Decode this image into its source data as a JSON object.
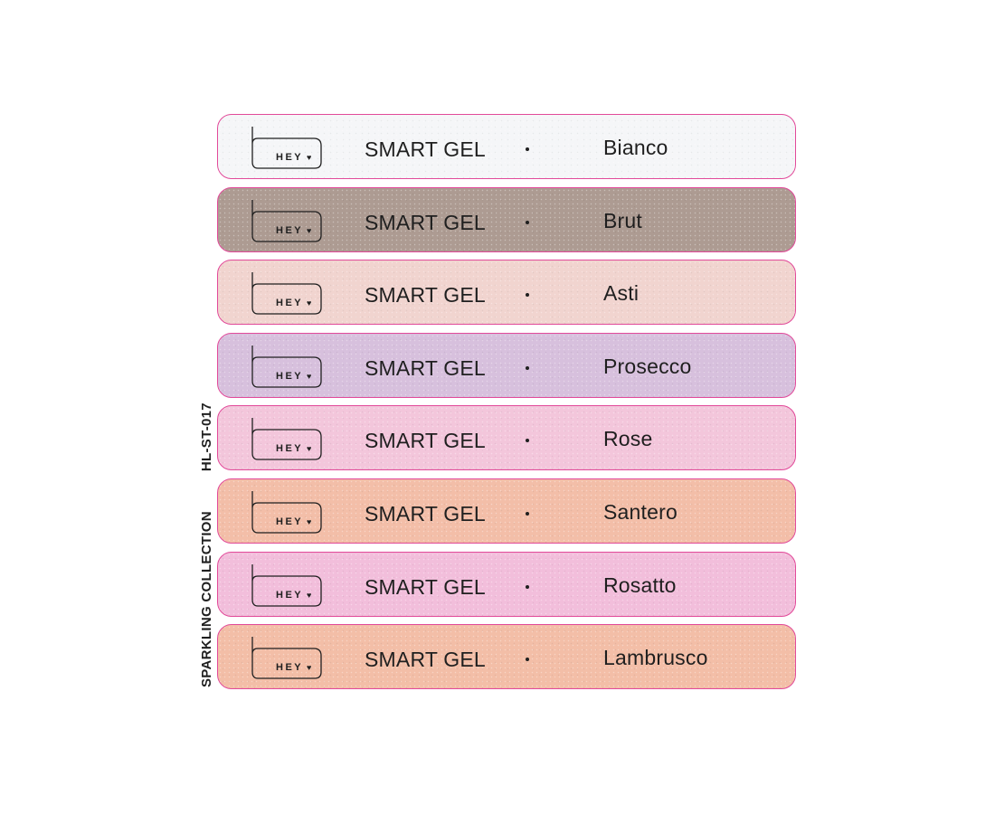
{
  "side_label": {
    "collection": "SPARKLING COLLECTION",
    "code": "HL-ST-017"
  },
  "logo": {
    "text": "HEY",
    "heart": "♥"
  },
  "swatches": [
    {
      "product": "SMART GEL",
      "separator": "•",
      "shade": "Bianco",
      "color": "#f5f6f8"
    },
    {
      "product": "SMART GEL",
      "separator": "•",
      "shade": "Brut",
      "color": "#ad9b92"
    },
    {
      "product": "SMART GEL",
      "separator": "•",
      "shade": "Asti",
      "color": "#f1d4cf"
    },
    {
      "product": "SMART GEL",
      "separator": "•",
      "shade": "Prosecco",
      "color": "#d7c0dd"
    },
    {
      "product": "SMART GEL",
      "separator": "•",
      "shade": "Rose",
      "color": "#f3c6db"
    },
    {
      "product": "SMART GEL",
      "separator": "•",
      "shade": "Santero",
      "color": "#f3bea8"
    },
    {
      "product": "SMART GEL",
      "separator": "•",
      "shade": "Rosatto",
      "color": "#f2bedb"
    },
    {
      "product": "SMART GEL",
      "separator": "•",
      "shade": "Lambrusco",
      "color": "#f3bea7"
    }
  ]
}
